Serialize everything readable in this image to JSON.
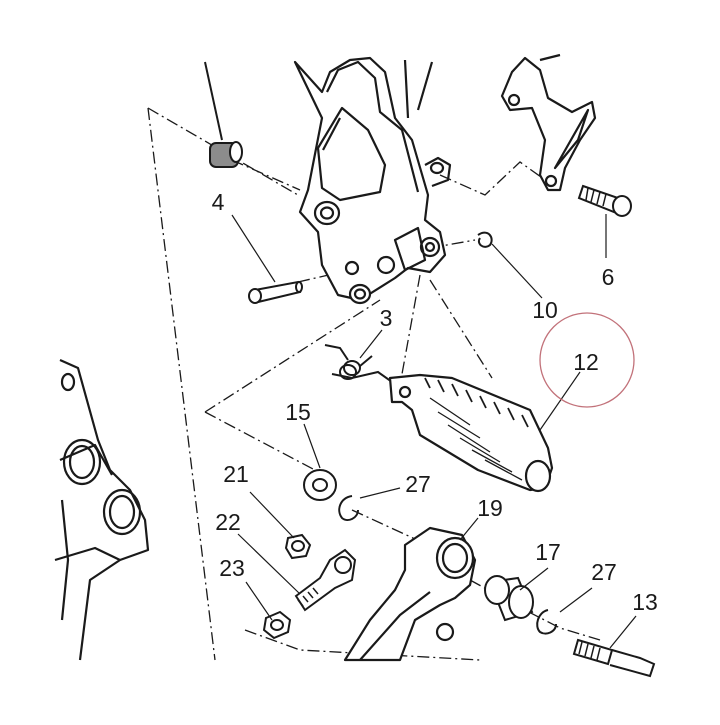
{
  "diagram": {
    "callouts": [
      {
        "id": "4",
        "label": "4"
      },
      {
        "id": "6",
        "label": "6"
      },
      {
        "id": "10",
        "label": "10"
      },
      {
        "id": "3",
        "label": "3"
      },
      {
        "id": "12",
        "label": "12"
      },
      {
        "id": "15",
        "label": "15"
      },
      {
        "id": "27a",
        "label": "27"
      },
      {
        "id": "21",
        "label": "21"
      },
      {
        "id": "19",
        "label": "19"
      },
      {
        "id": "22",
        "label": "22"
      },
      {
        "id": "17",
        "label": "17"
      },
      {
        "id": "27b",
        "label": "27"
      },
      {
        "id": "23",
        "label": "23"
      },
      {
        "id": "13",
        "label": "13"
      }
    ],
    "highlight_color": "#c2727a",
    "line_color": "#1a1a1a",
    "rubber_color": "#8c8c8c"
  }
}
